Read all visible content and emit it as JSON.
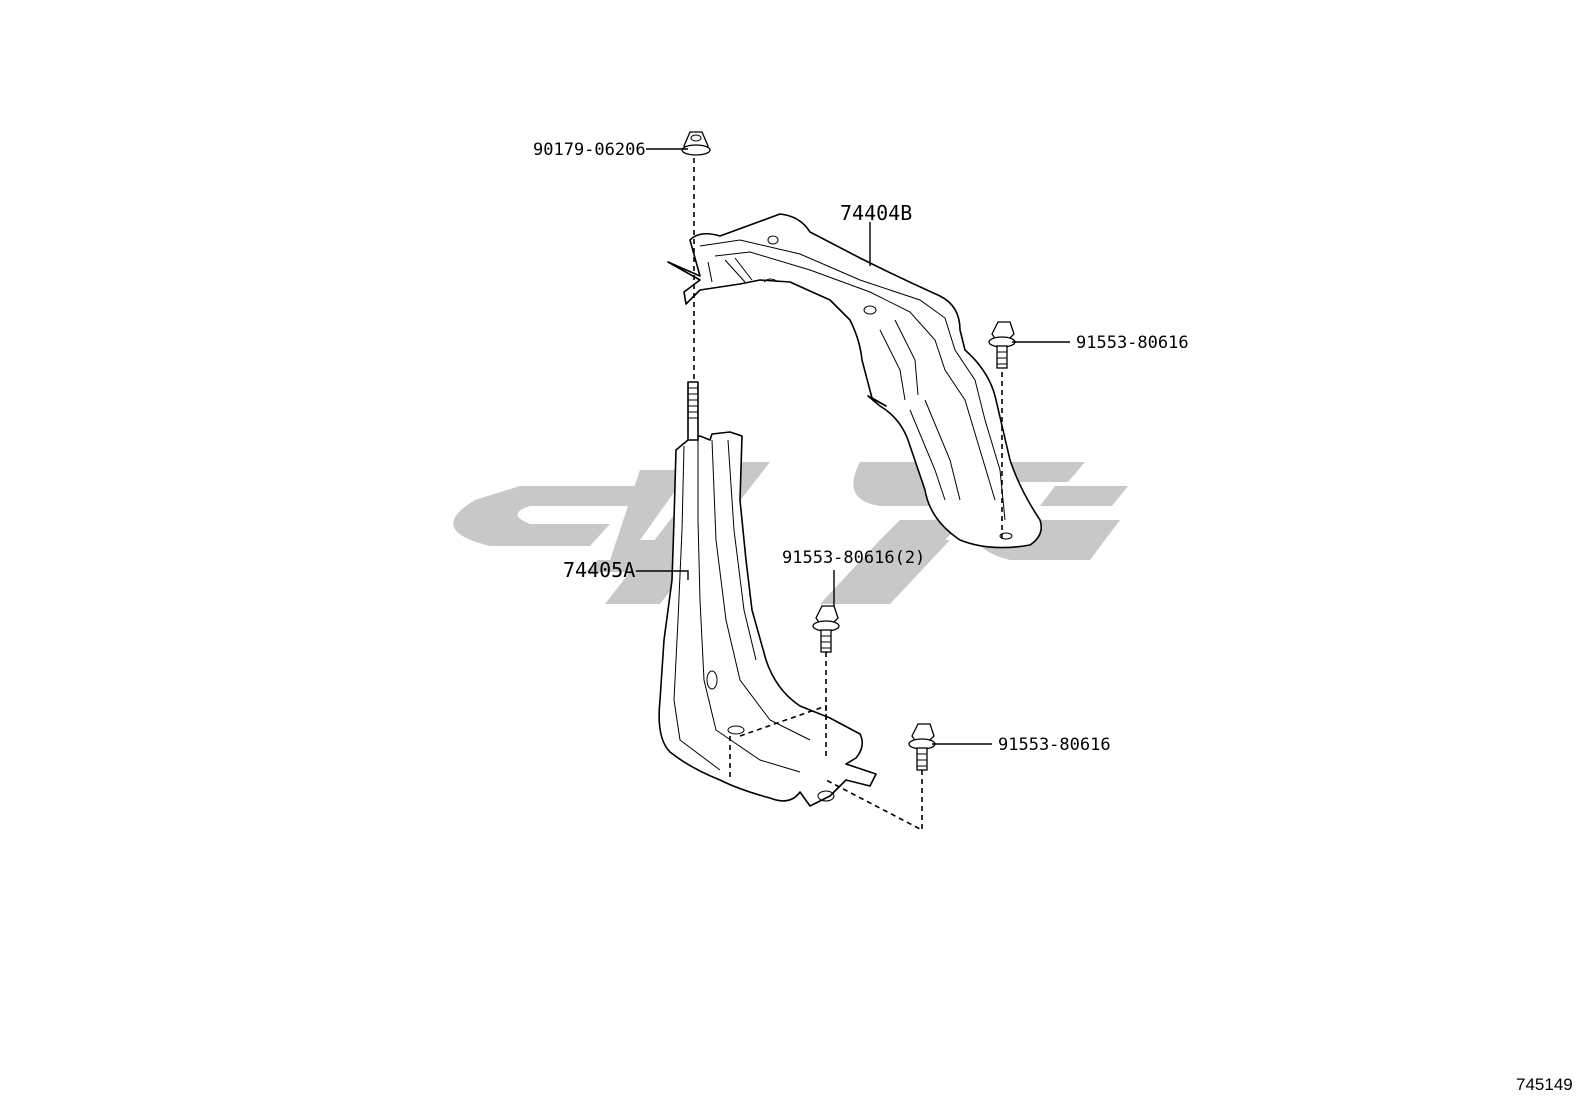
{
  "callouts": {
    "nut_top": "90179-06206",
    "bracket_upper": "74404B",
    "bolt_right": "91553-80616",
    "bracket_lower": "74405A",
    "bolt_center": "91553-80616(2)",
    "bolt_bottom": "91553-80616"
  },
  "diagram_id": "745149",
  "watermark_color": "#c8c8c8",
  "line_color": "#000000"
}
